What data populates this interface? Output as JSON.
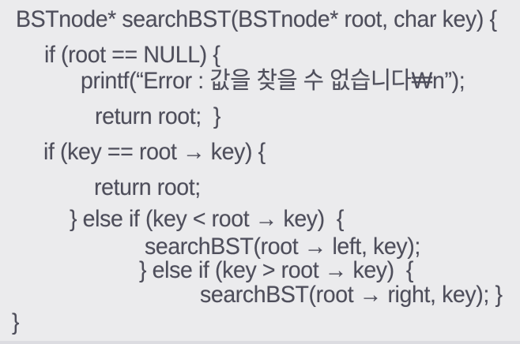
{
  "colors": {
    "background": "#ebebed",
    "text": "#4e4e5b",
    "bottom_edge": "#dcdce1"
  },
  "code": {
    "language": "c",
    "function_name": "searchBST",
    "lines": [
      {
        "text": "BSTnode* searchBST(BSTnode* root, char key) {"
      },
      {
        "text": "if (root == NULL) {"
      },
      {
        "text": "printf(“Error : 값을 찾을 수 없습니다₩n”);"
      },
      {
        "text": "return root;  }"
      },
      {
        "text": "if (key == root → key) {"
      },
      {
        "text": "return root;"
      },
      {
        "text": "} else if (key < root → key)  {"
      },
      {
        "text": "searchBST(root → left, key);"
      },
      {
        "text": "} else if (key > root → key)  {"
      },
      {
        "text": "searchBST(root → right, key); }"
      },
      {
        "text": "}"
      }
    ]
  }
}
